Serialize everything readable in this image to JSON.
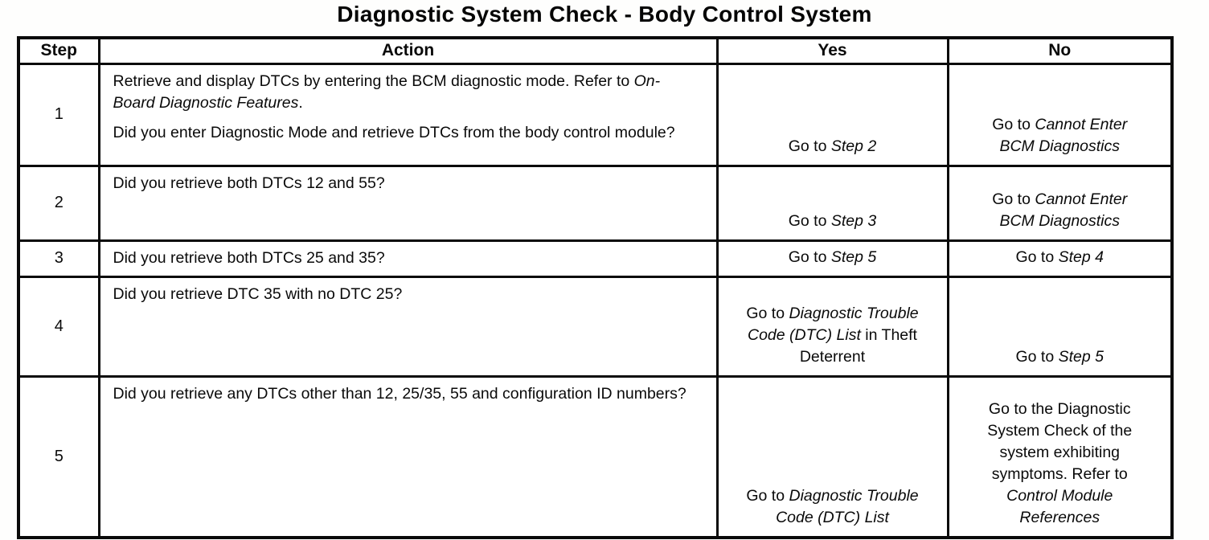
{
  "page_title": "Diagnostic System Check - Body Control System",
  "colors": {
    "ink": "#0a0a0a",
    "paper": "#ffffff"
  },
  "table": {
    "headers": {
      "step": "Step",
      "action": "Action",
      "yes": "Yes",
      "no": "No"
    },
    "rows": [
      {
        "step": "1",
        "action": [
          [
            {
              "t": "Retrieve and display DTCs by entering the BCM diagnostic mode. Refer to "
            },
            {
              "t": "On-Board Diagnostic Features",
              "i": true
            },
            {
              "t": "."
            }
          ],
          [
            {
              "t": "Did you enter Diagnostic Mode and retrieve DTCs from the body control module?"
            }
          ]
        ],
        "yes": [
          {
            "t": "Go to "
          },
          {
            "t": "Step 2",
            "i": true
          }
        ],
        "no": [
          {
            "t": "Go to "
          },
          {
            "t": "Cannot Enter BCM Diagnostics",
            "i": true
          }
        ]
      },
      {
        "step": "2",
        "action": [
          [
            {
              "t": "Did you retrieve both DTCs 12 and 55?"
            }
          ]
        ],
        "yes": [
          {
            "t": "Go to "
          },
          {
            "t": "Step 3",
            "i": true
          }
        ],
        "no": [
          {
            "t": "Go to "
          },
          {
            "t": "Cannot Enter BCM Diagnostics",
            "i": true
          }
        ]
      },
      {
        "step": "3",
        "action": [
          [
            {
              "t": "Did you retrieve both DTCs 25 and 35?"
            }
          ]
        ],
        "yes": [
          {
            "t": "Go to "
          },
          {
            "t": "Step 5",
            "i": true
          }
        ],
        "no": [
          {
            "t": "Go to "
          },
          {
            "t": "Step 4",
            "i": true
          }
        ]
      },
      {
        "step": "4",
        "action": [
          [
            {
              "t": "Did you retrieve DTC 35 with no DTC 25?"
            }
          ]
        ],
        "yes": [
          {
            "t": "Go to "
          },
          {
            "t": "Diagnostic Trouble Code (DTC) List",
            "i": true
          },
          {
            "t": " in Theft Deterrent"
          }
        ],
        "no": [
          {
            "t": "Go to "
          },
          {
            "t": "Step 5",
            "i": true
          }
        ]
      },
      {
        "step": "5",
        "action": [
          [
            {
              "t": "Did you retrieve any DTCs other than 12, 25/35, 55 and configuration ID numbers?"
            }
          ]
        ],
        "yes": [
          {
            "t": "Go to "
          },
          {
            "t": "Diagnostic Trouble Code (DTC) List",
            "i": true
          }
        ],
        "no": [
          {
            "t": "Go to the Diagnostic System Check of the system exhibiting symptoms. Refer to "
          },
          {
            "t": "Control Module References",
            "i": true
          }
        ]
      }
    ]
  }
}
